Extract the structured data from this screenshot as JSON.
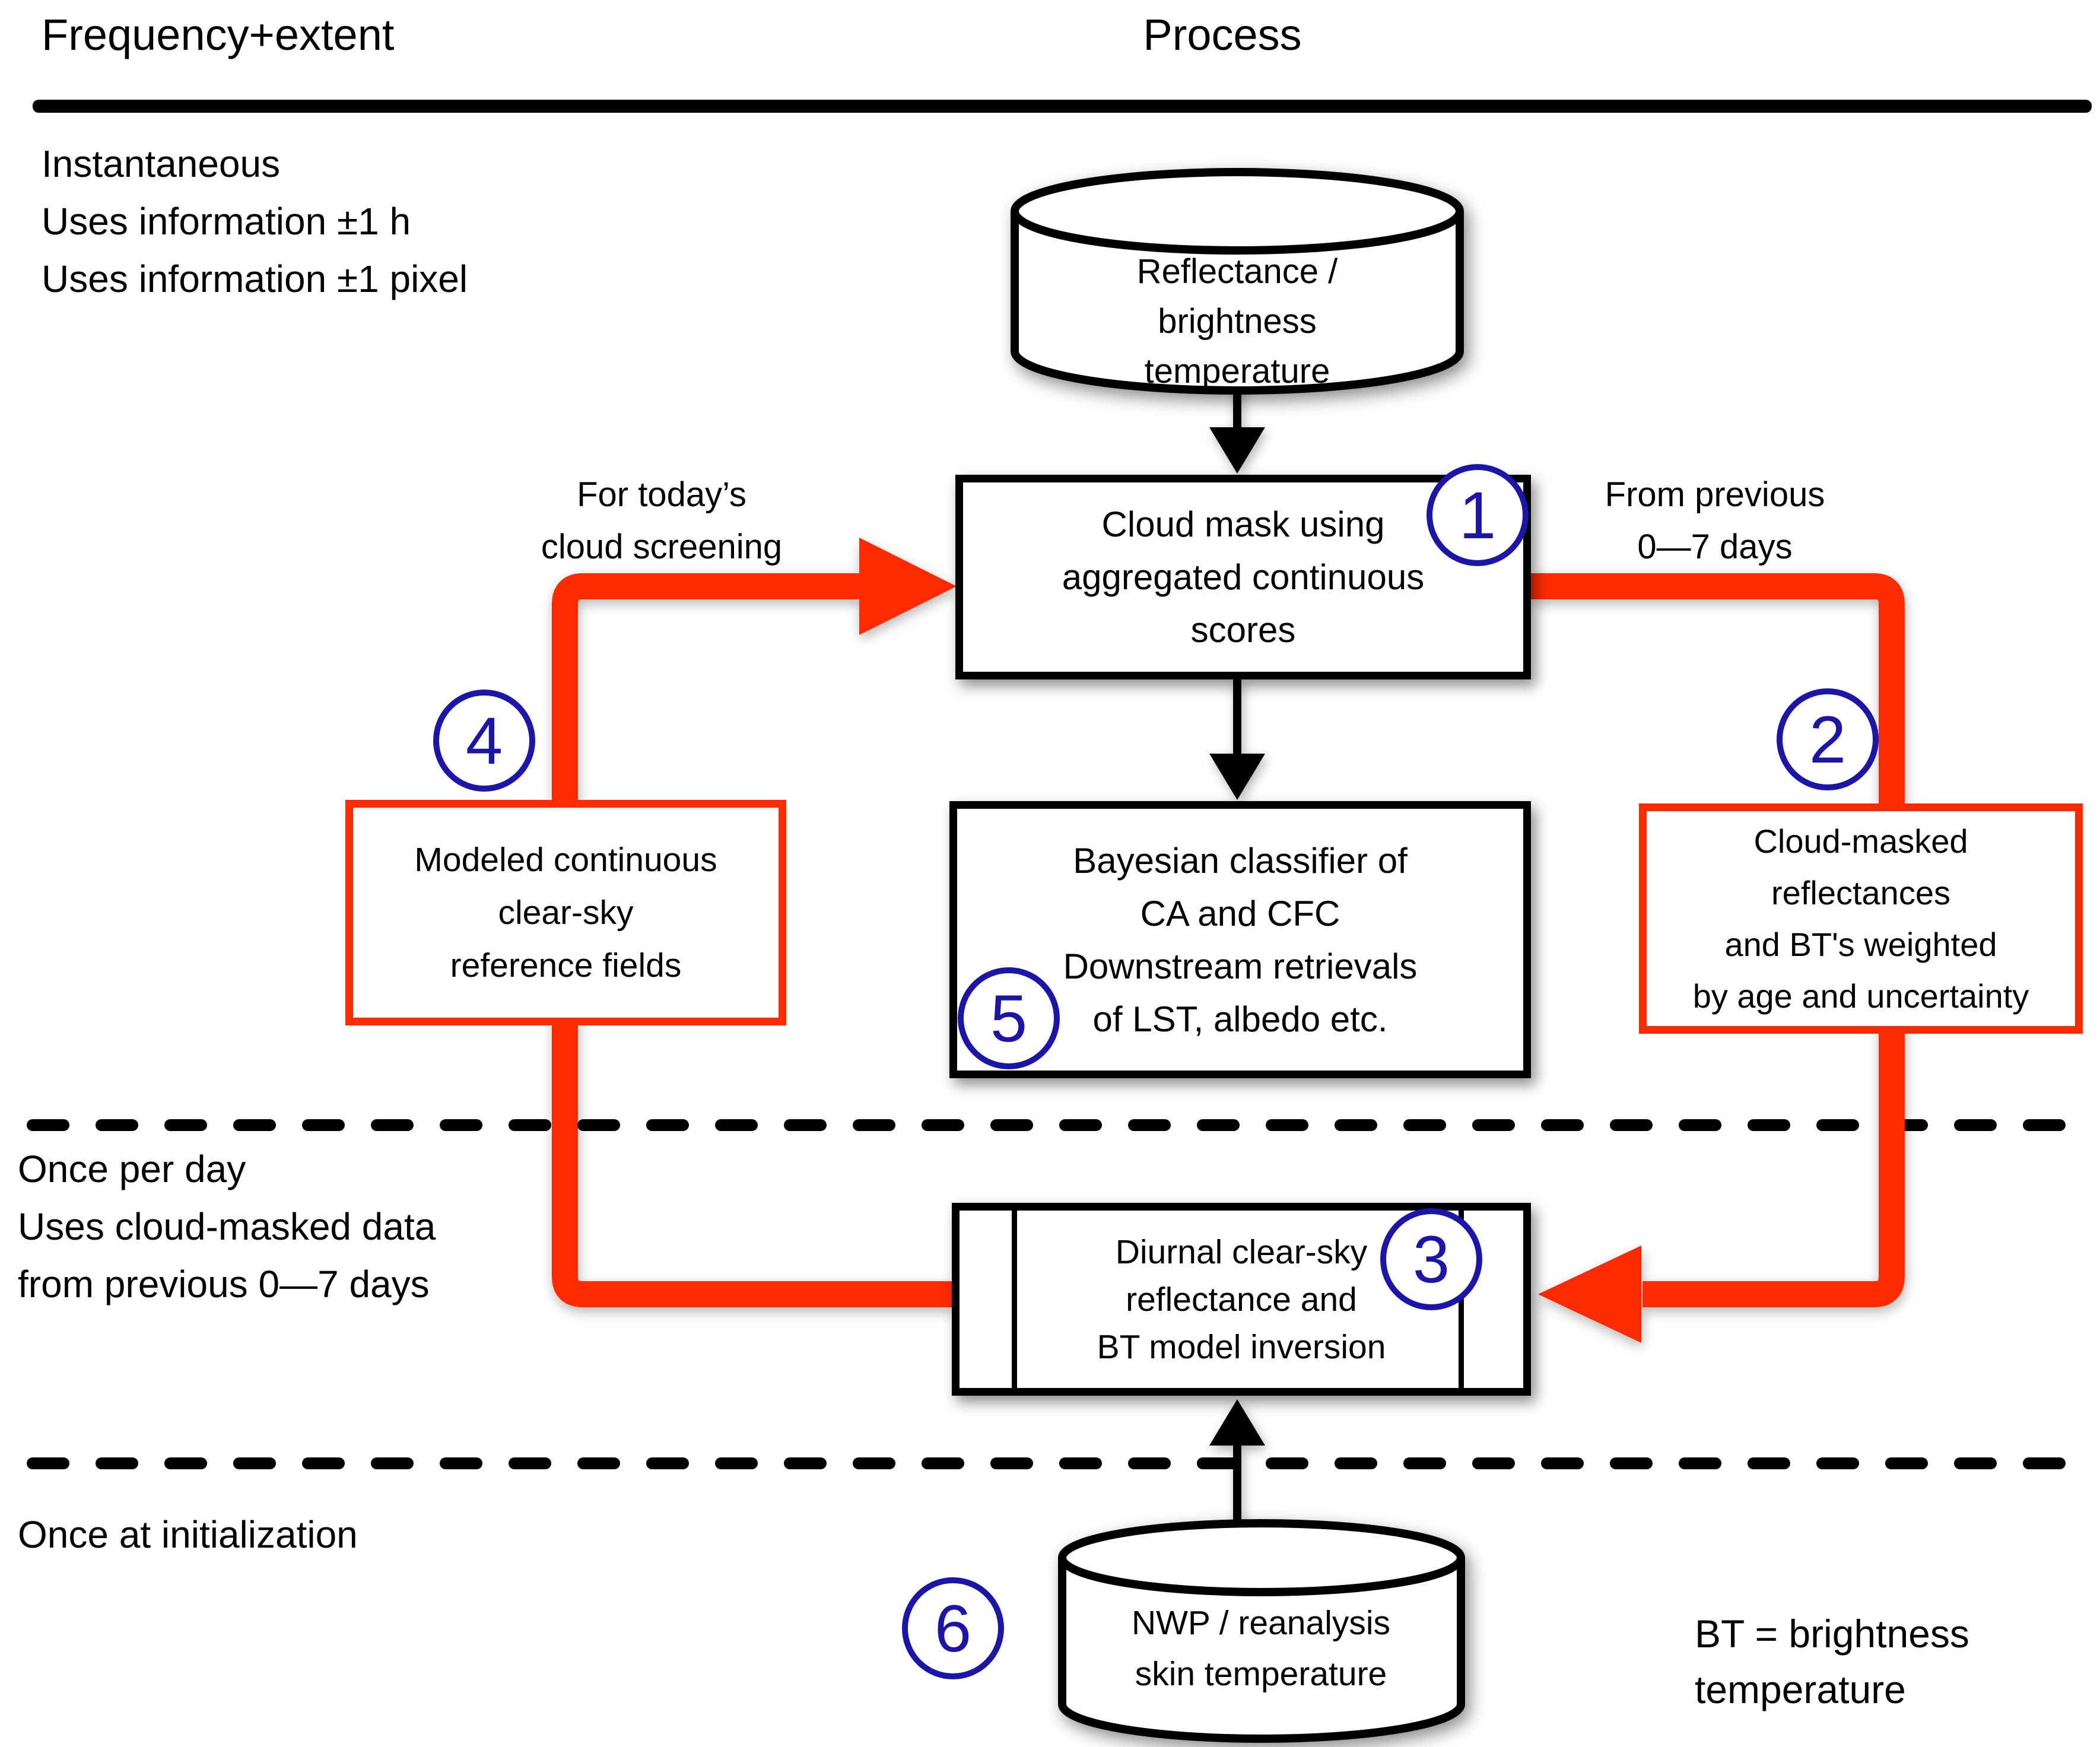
{
  "header": {
    "frequency_col": "Frequency+extent",
    "process_col": "Process"
  },
  "sections": {
    "instantaneous": {
      "lines": [
        "Instantaneous",
        "Uses information ±1 h",
        "Uses information ±1 pixel"
      ]
    },
    "once_per_day": {
      "lines": [
        "Once per day",
        "Uses cloud-masked data",
        "from previous 0—7 days"
      ]
    },
    "once_at_initialization": {
      "lines": [
        "Once at initialization"
      ]
    }
  },
  "nodes": {
    "reflectance_store": {
      "shape": "cylinder",
      "lines": [
        "Reflectance /",
        "brightness",
        "temperature"
      ]
    },
    "cloud_mask": {
      "shape": "box",
      "badge": "1",
      "lines": [
        "Cloud mask using",
        "aggregated continuous",
        "scores"
      ]
    },
    "bayesian": {
      "shape": "box",
      "badge": "5",
      "lines": [
        "Bayesian classifier of",
        "CA and CFC",
        "Downstream retrievals",
        "of LST, albedo etc."
      ]
    },
    "modeled_fields": {
      "shape": "red-box",
      "badge": "4",
      "lines": [
        "Modeled continuous",
        "clear-sky",
        "reference fields"
      ]
    },
    "cloud_masked_data": {
      "shape": "red-box",
      "badge": "2",
      "lines": [
        "Cloud-masked",
        "reflectances",
        "and BT's weighted",
        "by age and uncertainty"
      ]
    },
    "diurnal_inversion": {
      "shape": "predefined-process-box",
      "badge": "3",
      "lines": [
        "Diurnal clear-sky",
        "reflectance and",
        "BT model inversion"
      ]
    },
    "nwp_store": {
      "shape": "cylinder",
      "badge": "6",
      "lines": [
        "NWP / reanalysis",
        "skin temperature"
      ]
    }
  },
  "edge_labels": {
    "for_todays": {
      "lines": [
        "For today’s",
        "cloud screening"
      ]
    },
    "from_previous": {
      "lines": [
        "From previous",
        "0—7 days"
      ]
    }
  },
  "footnote": {
    "lines": [
      "BT = brightness",
      "temperature"
    ]
  },
  "colors": {
    "accent_red": "#fe2b00",
    "badge_blue": "#1b16a8",
    "ink": "#000000",
    "paper": "#ffffff"
  }
}
